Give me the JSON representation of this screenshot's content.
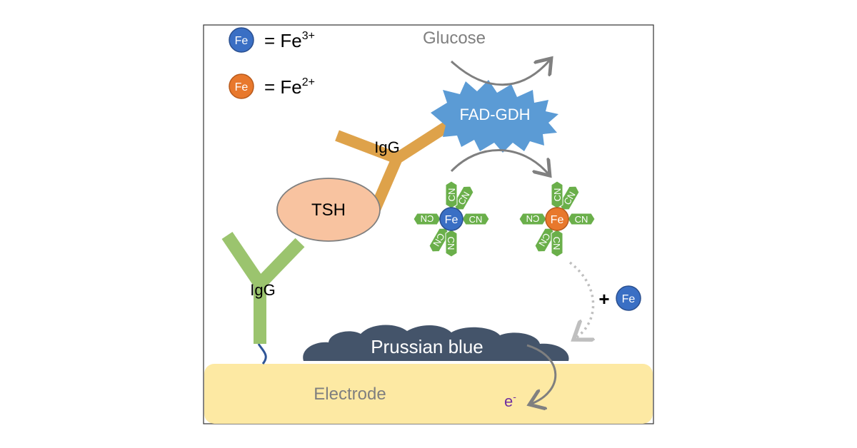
{
  "legend": {
    "fe3": {
      "symbol": "Fe",
      "equals": "= Fe",
      "charge": "3+",
      "color": "#3a6fc4"
    },
    "fe2": {
      "symbol": "Fe",
      "equals": "= Fe",
      "charge": "2+",
      "color": "#e8782c"
    }
  },
  "glucose": {
    "label": "Glucose"
  },
  "enzyme": {
    "label": "FAD-GDH",
    "color": "#5b9bd5"
  },
  "igg_top": {
    "label": "IgG",
    "color": "#dea24a"
  },
  "igg_bottom": {
    "label": "IgG",
    "color": "#9bc46e"
  },
  "tsh": {
    "label": "TSH",
    "fill": "#f8c3a0"
  },
  "ferricyanide": {
    "center": "Fe",
    "ligand": "CN",
    "ligand_count": 6,
    "ligand_color": "#6aaf4a"
  },
  "plus": {
    "sign": "+",
    "symbol": "Fe"
  },
  "prussian_blue": {
    "label": "Prussian blue",
    "color": "#44546a"
  },
  "electrode": {
    "label": "Electrode",
    "color": "#fde9a3"
  },
  "electron": {
    "base": "e",
    "sup": "-"
  }
}
